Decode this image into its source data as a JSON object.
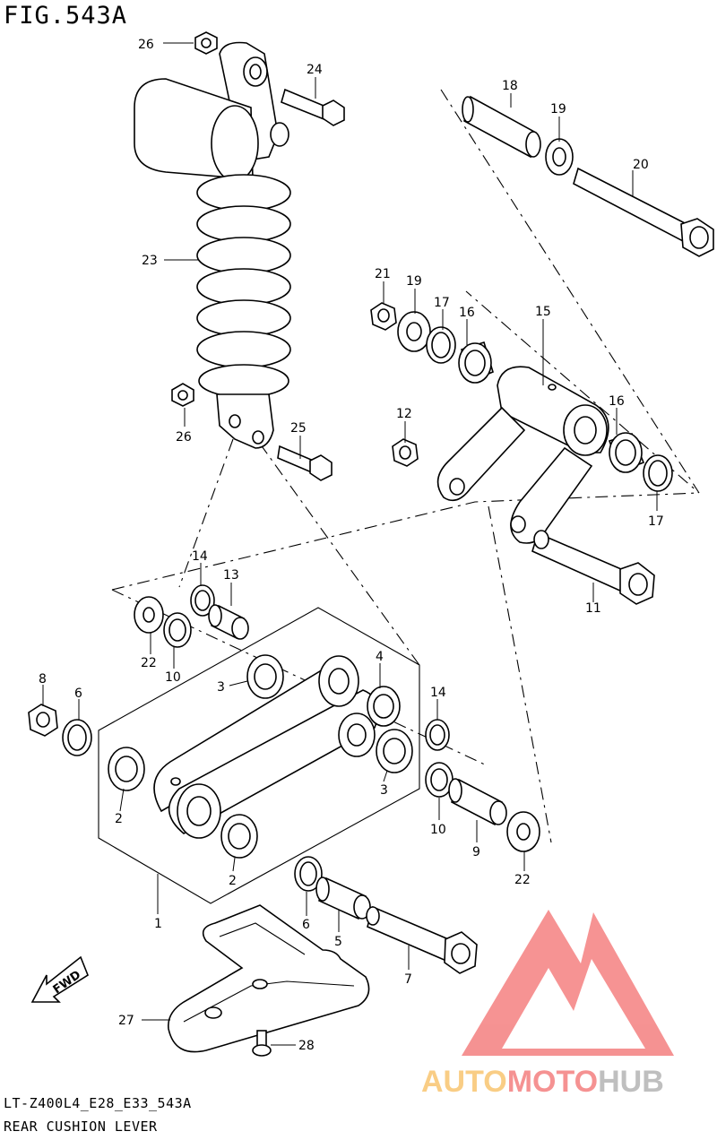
{
  "figure": {
    "title": "FIG.543A"
  },
  "footer": {
    "model_code": "LT-Z400L4_E28_E33_543A",
    "caption": "REAR CUSHION LEVER"
  },
  "direction_marker": {
    "label": "FWD"
  },
  "watermark": {
    "brand_auto": "AUTO",
    "brand_moto": "MOTO",
    "brand_hub": "HUB"
  },
  "callouts": {
    "c1": "1",
    "c2a": "2",
    "c2b": "2",
    "c3a": "3",
    "c3b": "3",
    "c4": "4",
    "c5": "5",
    "c6a": "6",
    "c6b": "6",
    "c7": "7",
    "c8": "8",
    "c9": "9",
    "c10a": "10",
    "c10b": "10",
    "c11": "11",
    "c12": "12",
    "c13": "13",
    "c14a": "14",
    "c14b": "14",
    "c15": "15",
    "c16a": "16",
    "c16b": "16",
    "c17a": "17",
    "c17b": "17",
    "c18": "18",
    "c19a": "19",
    "c19b": "19",
    "c20": "20",
    "c21": "21",
    "c22a": "22",
    "c22b": "22",
    "c23": "23",
    "c24": "24",
    "c25": "25",
    "c26a": "26",
    "c26b": "26",
    "c27": "27",
    "c28": "28"
  },
  "colors": {
    "watermark_red": "#ee3a3a",
    "watermark_orange": "#f5a623",
    "watermark_gray": "#8c8c8c"
  }
}
